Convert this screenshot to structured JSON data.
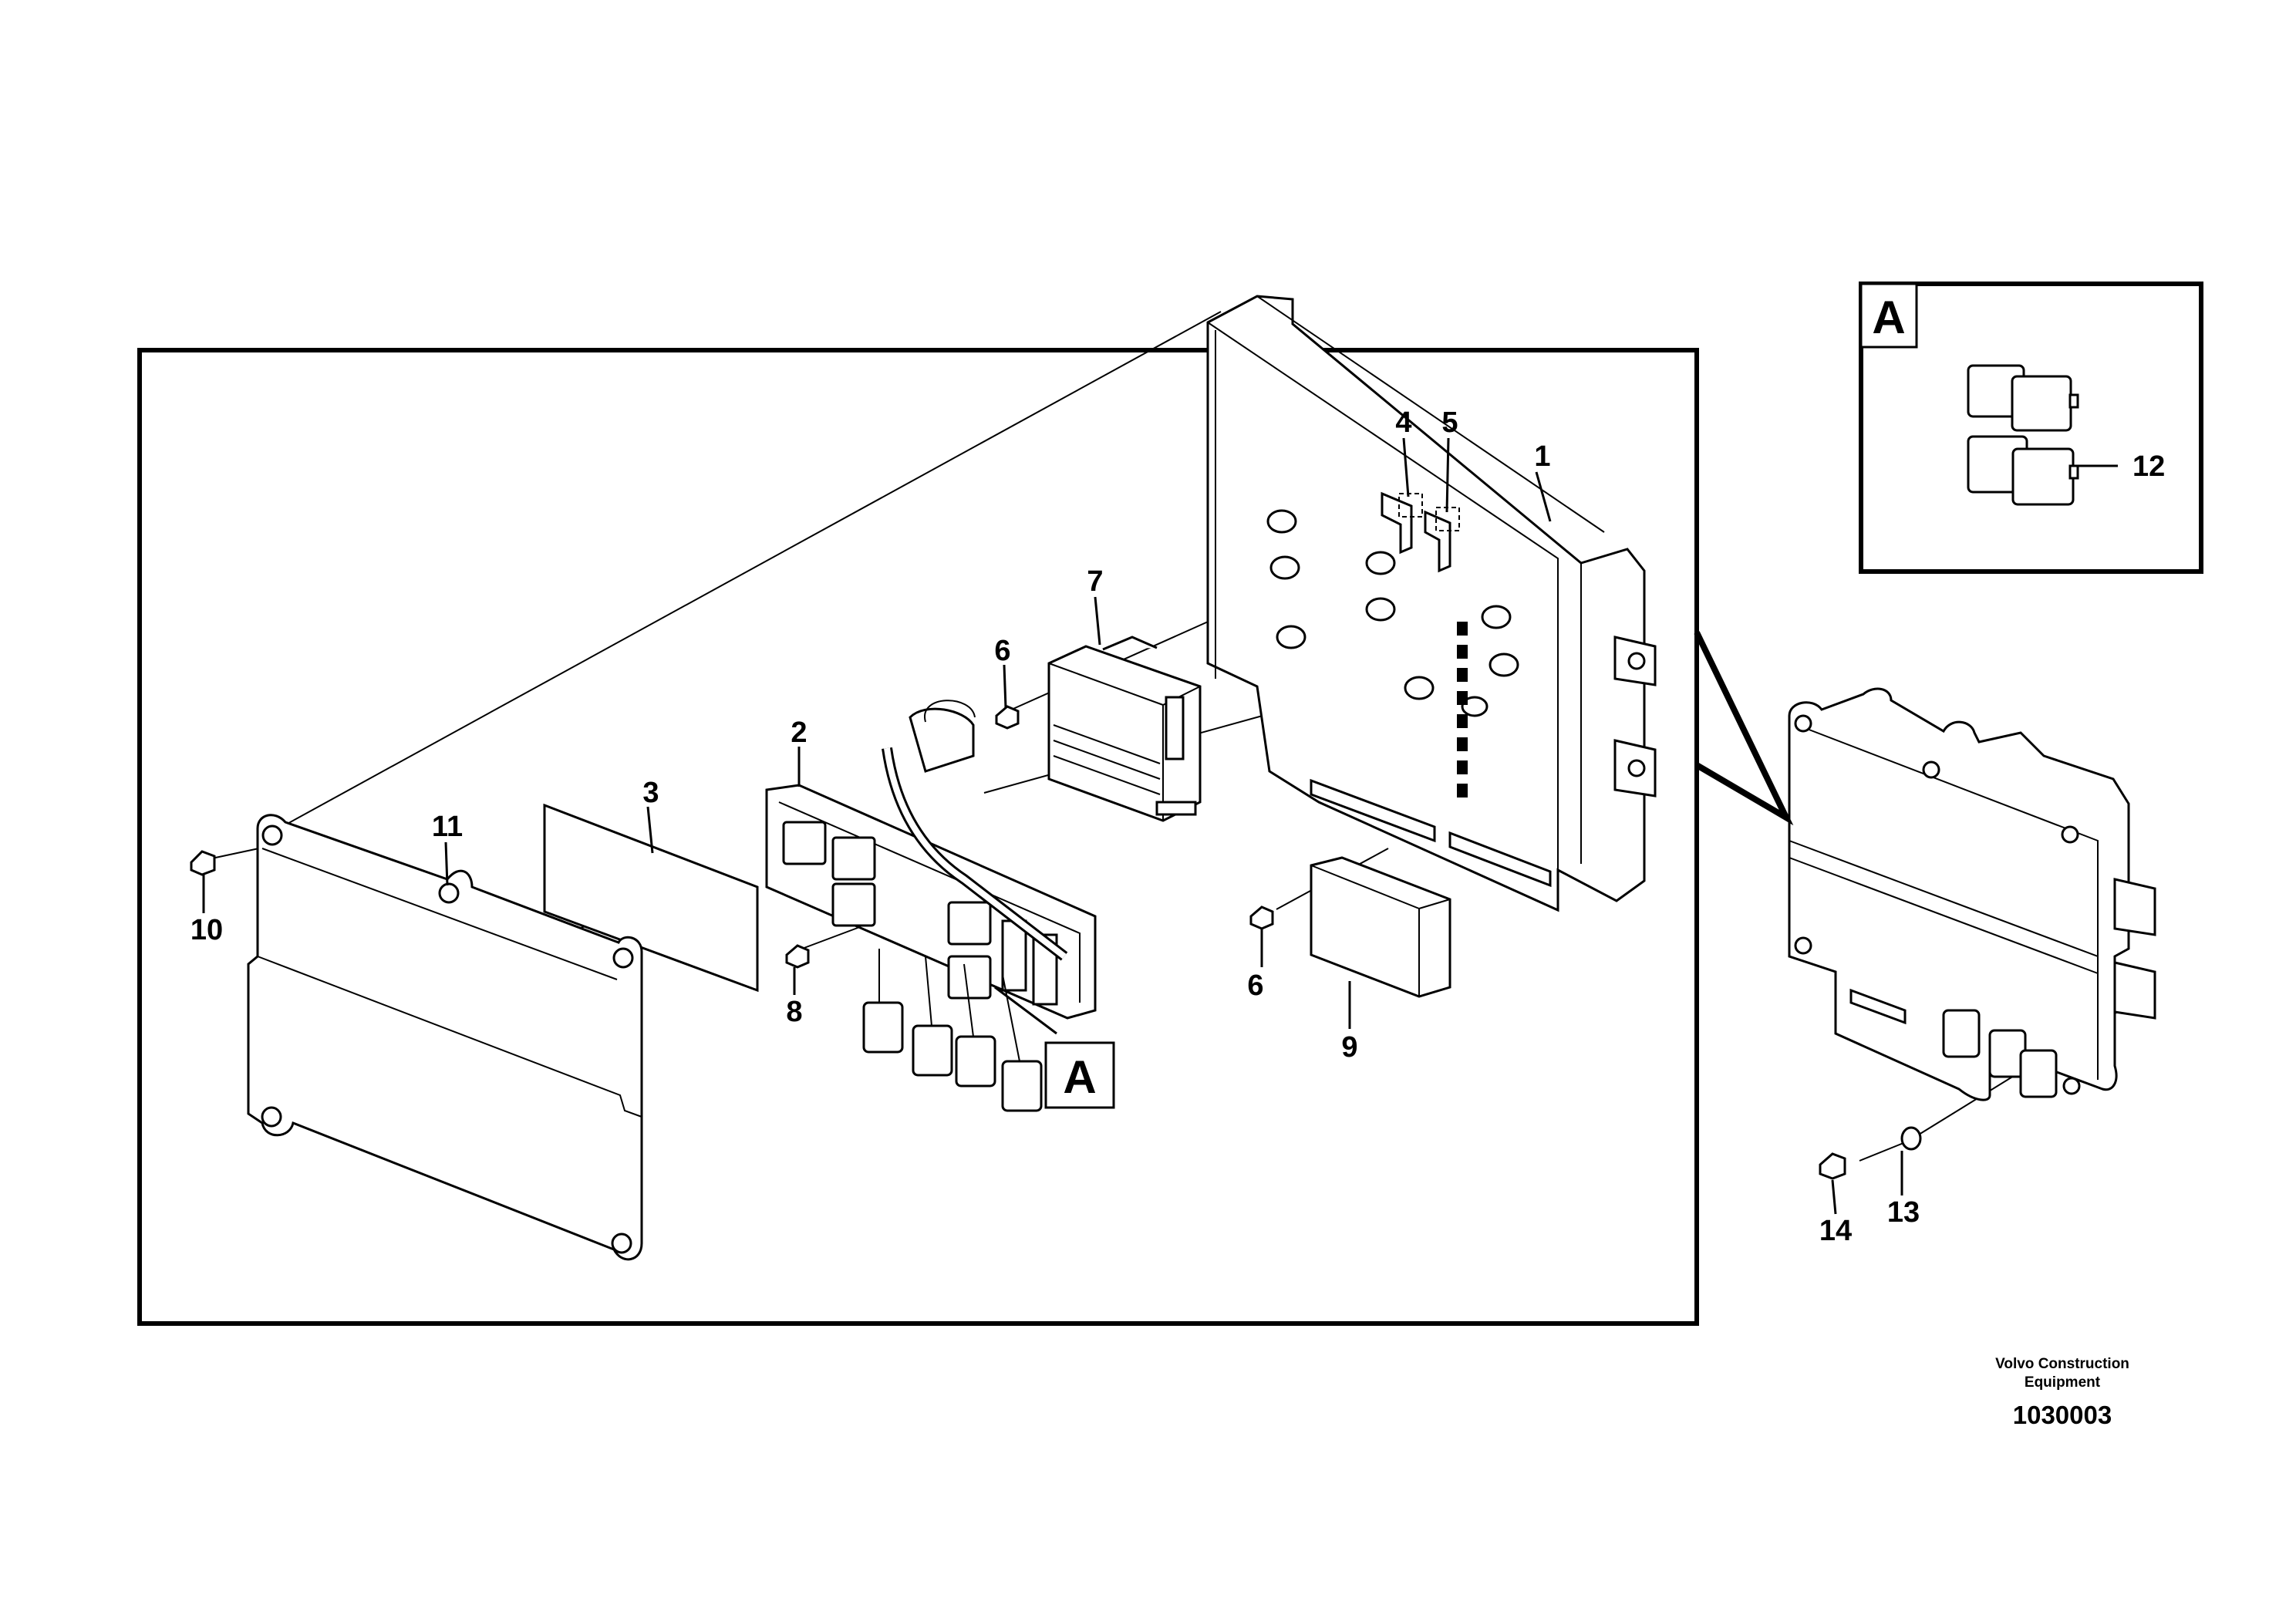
{
  "diagram": {
    "callouts": [
      "1",
      "2",
      "3",
      "4",
      "5",
      "6",
      "6",
      "7",
      "8",
      "9",
      "10",
      "11",
      "12",
      "13",
      "14"
    ],
    "detail_marker": "A",
    "detail_box_marker": "A",
    "credit_line_1": "Volvo Construction",
    "credit_line_2": "Equipment",
    "drawing_number": "1030003"
  }
}
